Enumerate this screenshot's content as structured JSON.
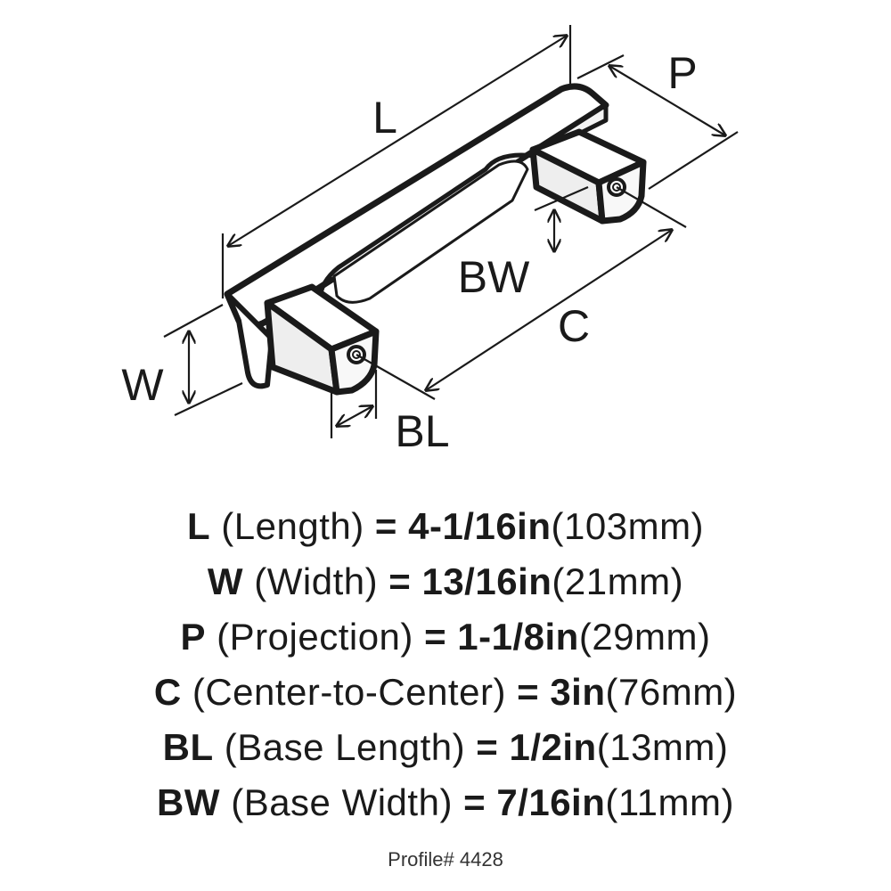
{
  "diagram": {
    "labels": {
      "L": "L",
      "P": "P",
      "BW": "BW",
      "C": "C",
      "W": "W",
      "BL": "BL"
    }
  },
  "specs": [
    {
      "symbol": "L",
      "name": "(Length)",
      "equals": "=",
      "imperial": "4-1/16in",
      "metric": "(103mm)"
    },
    {
      "symbol": "W",
      "name": "(Width)",
      "equals": "=",
      "imperial": "13/16in",
      "metric": "(21mm)"
    },
    {
      "symbol": "P",
      "name": "(Projection)",
      "equals": "=",
      "imperial": "1-1/8in",
      "metric": "(29mm)"
    },
    {
      "symbol": "C",
      "name": "(Center-to-Center)",
      "equals": "=",
      "imperial": "3in",
      "metric": "(76mm)"
    },
    {
      "symbol": "BL",
      "name": "(Base Length)",
      "equals": "=",
      "imperial": "1/2in",
      "metric": "(13mm)"
    },
    {
      "symbol": "BW",
      "name": "(Base Width)",
      "equals": "=",
      "imperial": "7/16in",
      "metric": "(11mm)"
    }
  ],
  "profile": "Profile# 4428",
  "colors": {
    "ink": "#1a1a1a",
    "handle_fill": "#ffffff",
    "post_fill": "#f2f2f2"
  }
}
